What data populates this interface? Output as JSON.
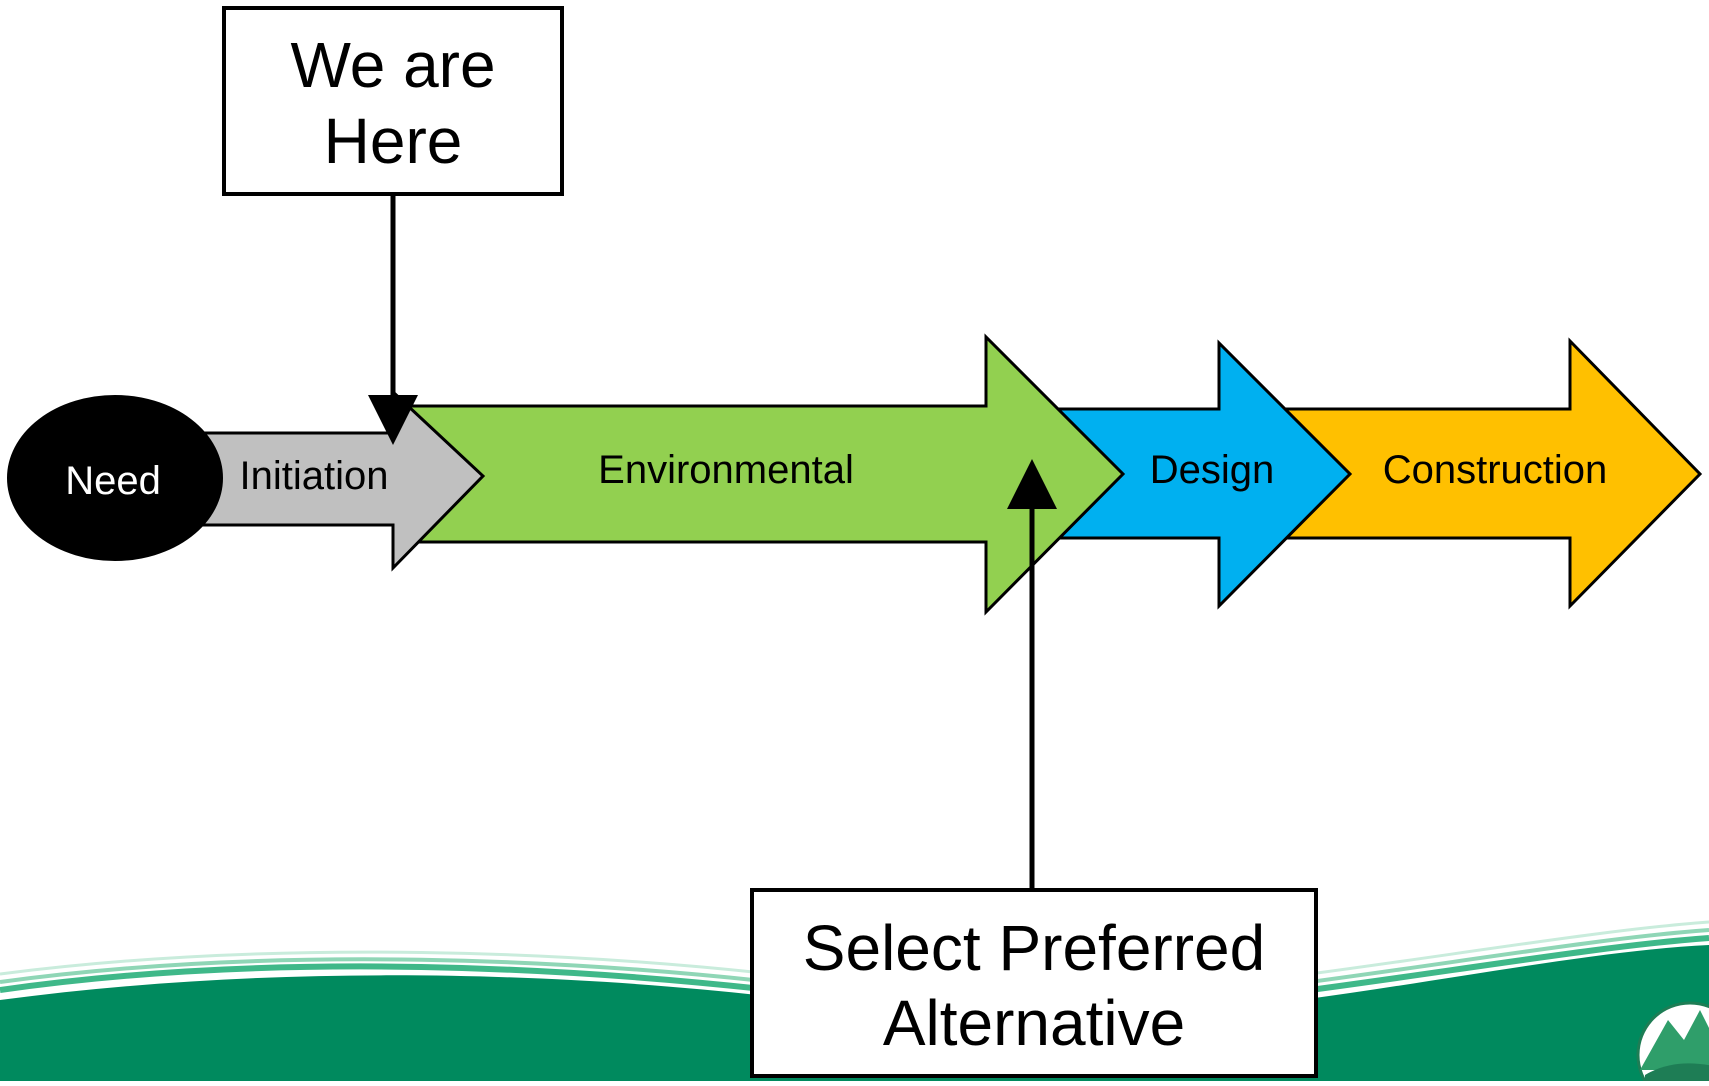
{
  "stages": [
    {
      "label": "Need",
      "color": "#000000",
      "text_color": "#ffffff"
    },
    {
      "label": "Initiation",
      "color": "#c0c0c0",
      "text_color": "#000000"
    },
    {
      "label": "Environmental",
      "color": "#92d050",
      "text_color": "#000000"
    },
    {
      "label": "Design",
      "color": "#00b0f0",
      "text_color": "#000000"
    },
    {
      "label": "Construction",
      "color": "#ffc000",
      "text_color": "#000000"
    }
  ],
  "callouts": {
    "current": {
      "line1": "We are",
      "line2": "Here"
    },
    "milestone": {
      "line1": "Select Preferred",
      "line2": "Alternative"
    }
  },
  "footer": {
    "band_color": "#008a5e"
  }
}
